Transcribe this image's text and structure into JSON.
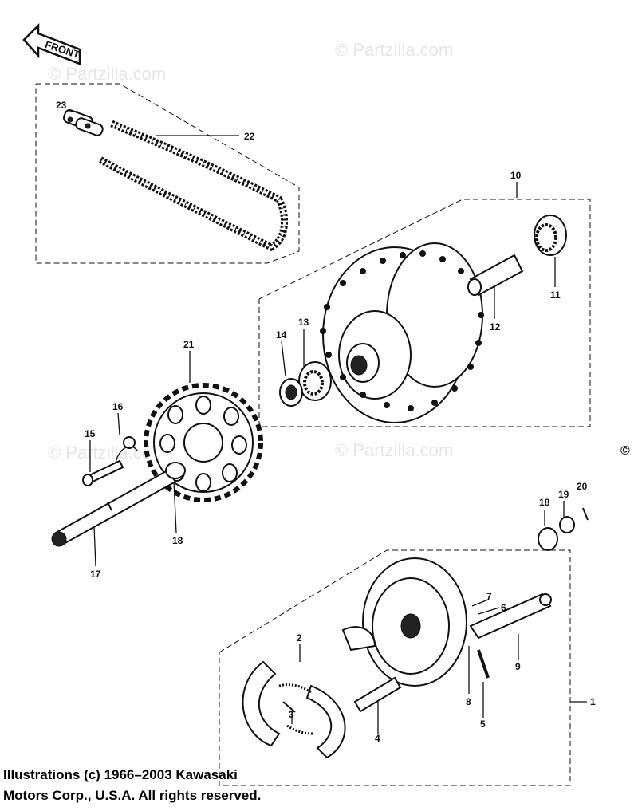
{
  "diagram": {
    "front_arrow_label": "FRONT",
    "copyright_symbol": "©",
    "watermarks": [
      "© Partzilla.com",
      "© Partzilla.com",
      "© Partzilla.com",
      "© Partzilla.com"
    ],
    "callouts": {
      "c1": "1",
      "c2": "2",
      "c3": "3",
      "c4": "4",
      "c5": "5",
      "c6": "6",
      "c7": "7",
      "c8": "8",
      "c9": "9",
      "c10": "10",
      "c11": "11",
      "c12": "12",
      "c13": "13",
      "c14": "14",
      "c15": "15",
      "c16": "16",
      "c17": "17",
      "c18a": "18",
      "c18b": "18",
      "c19": "19",
      "c20": "20",
      "c21": "21",
      "c22": "22",
      "c23": "23"
    },
    "copyright_line1": "Illustrations (c) 1966–2003 Kawasaki",
    "copyright_line2": "Motors Corp., U.S.A.  All rights reserved."
  }
}
